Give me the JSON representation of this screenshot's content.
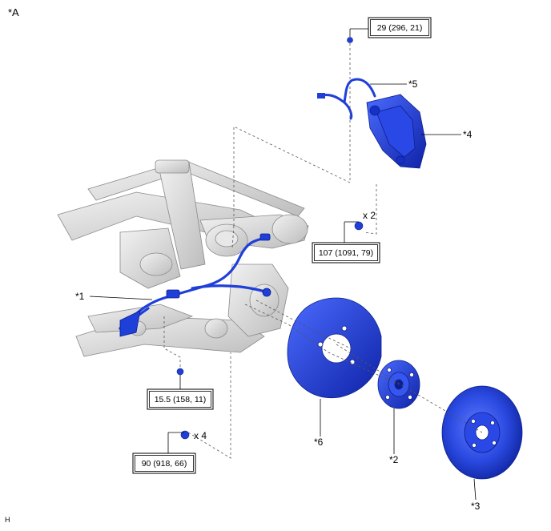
{
  "figure_title": "*A",
  "footer_code": "H",
  "parts": {
    "p1": "*1",
    "p2": "*2",
    "p3": "*3",
    "p4": "*4",
    "p5": "*5",
    "p6": "*6"
  },
  "torque_specs": {
    "t1": "29 (296, 21)",
    "t2": "107 (1091, 79)",
    "t3": "15.5 (158, 11)",
    "t4": "90 (918, 66)"
  },
  "quantities": {
    "q1": "x 2",
    "q2": "x 4"
  },
  "colors": {
    "part_blue": "#1f3fd9",
    "part_blue_dark": "#0d1f8c",
    "frame_gray": "#d9d9d9",
    "frame_line": "#8a8a8a"
  }
}
